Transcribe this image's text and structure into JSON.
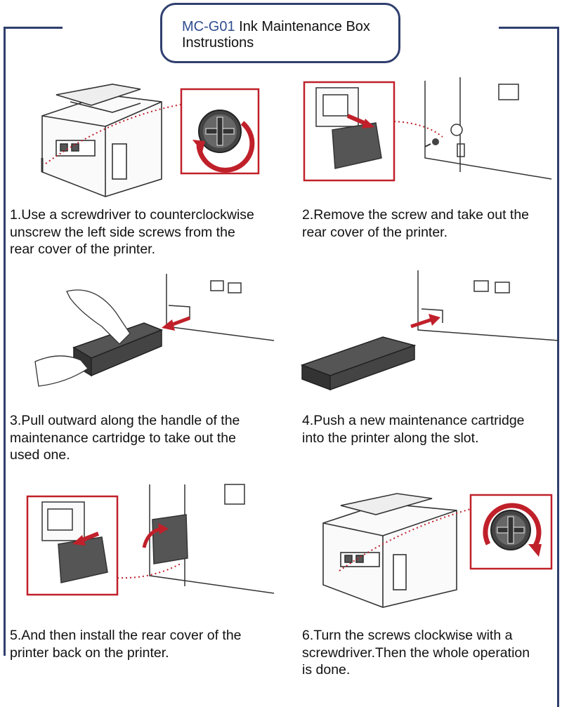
{
  "title": {
    "model": "MC-G01",
    "line1_rest": " Ink Maintenance Box",
    "line2": "Instrustions"
  },
  "steps": [
    {
      "lines": [
        "1.Use a screwdriver to counterclockwise",
        "unscrew the left side screws from the",
        "rear cover of the printer."
      ]
    },
    {
      "lines": [
        "2.Remove the screw and take out the",
        "rear cover of the printer."
      ]
    },
    {
      "lines": [
        "3.Pull outward along the handle of the",
        "maintenance cartridge to take out the",
        "used one."
      ]
    },
    {
      "lines": [
        "4.Push a new maintenance cartridge",
        "into the printer along the slot."
      ]
    },
    {
      "lines": [
        "5.And then install the rear cover of the",
        "printer back on the printer."
      ]
    },
    {
      "lines": [
        "6.Turn the screws clockwise with a",
        "screwdriver.Then the whole operation",
        "is done."
      ]
    }
  ],
  "colors": {
    "frame": "#2f3f6e",
    "model_text": "#2f4d8f",
    "highlight_red": "#c0202a",
    "illustration_ink": "#333333"
  },
  "icons": [
    "printer-illustration",
    "rotate-counterclockwise-icon",
    "rotate-clockwise-icon",
    "screw-icon",
    "arrow-icon",
    "maintenance-cartridge-illustration",
    "hand-illustration"
  ]
}
